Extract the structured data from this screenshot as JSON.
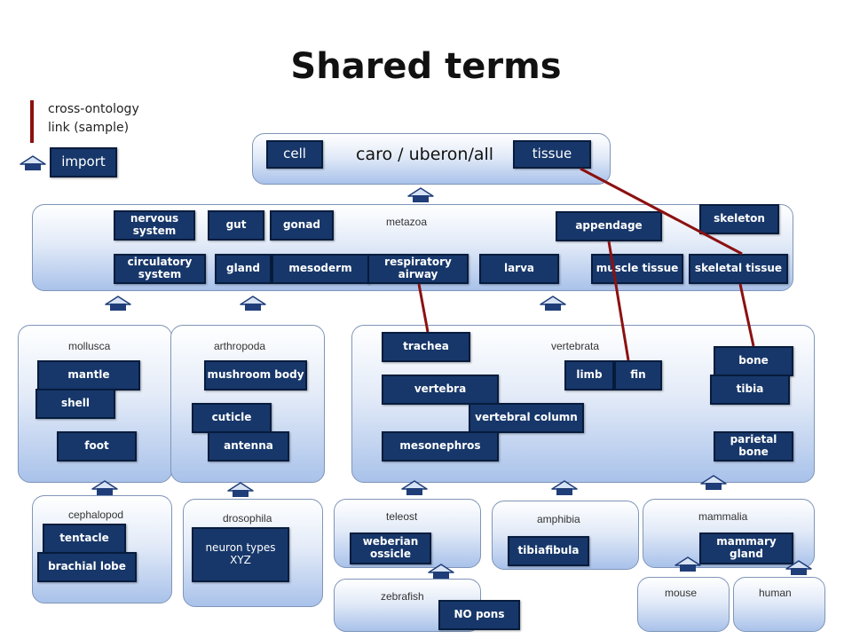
{
  "title": "Shared terms",
  "legend": {
    "link_line1": "cross-ontology",
    "link_line2": "link (sample)",
    "import": "import"
  },
  "caro": {
    "label": "caro / uberon/all",
    "cell": "cell",
    "tissue": "tissue"
  },
  "metazoa": {
    "label": "metazoa",
    "nervous_system": "nervous system",
    "gut": "gut",
    "gonad": "gonad",
    "appendage": "appendage",
    "skeleton": "skeleton",
    "circulatory_system": "circulatory system",
    "gland": "gland",
    "mesoderm": "mesoderm",
    "respiratory_airway": "respiratory airway",
    "larva": "larva",
    "muscle_tissue": "muscle tissue",
    "skeletal_tissue": "skeletal tissue"
  },
  "mollusca": {
    "label": "mollusca",
    "mantle": "mantle",
    "shell": "shell",
    "foot": "foot"
  },
  "arthropoda": {
    "label": "arthropoda",
    "mushroom_body": "mushroom body",
    "cuticle": "cuticle",
    "antenna": "antenna"
  },
  "vertebrata": {
    "label": "vertebrata",
    "trachea": "trachea",
    "limb": "limb",
    "fin": "fin",
    "bone": "bone",
    "vertebra": "vertebra",
    "tibia": "tibia",
    "vertebral_column": "vertebral column",
    "mesonephros": "mesonephros",
    "parietal_bone": "parietal bone"
  },
  "cephalopod": {
    "label": "cephalopod",
    "tentacle": "tentacle",
    "brachial_lobe": "brachial lobe"
  },
  "drosophila": {
    "label": "drosophila",
    "neuron_types": "neuron types XYZ"
  },
  "teleost": {
    "label": "teleost",
    "weberian_ossicle": "weberian ossicle"
  },
  "amphibia": {
    "label": "amphibia",
    "tibiafibula": "tibiafibula"
  },
  "mammalia": {
    "label": "mammalia",
    "mammary_gland": "mammary gland"
  },
  "zebrafish": {
    "label": "zebrafish",
    "no_pons": "NO pons"
  },
  "mouse": {
    "label": "mouse"
  },
  "human": {
    "label": "human"
  },
  "colors": {
    "term_fill": "#17376a",
    "link_line": "#8b1111",
    "import_arrow": "#1f3d78"
  }
}
